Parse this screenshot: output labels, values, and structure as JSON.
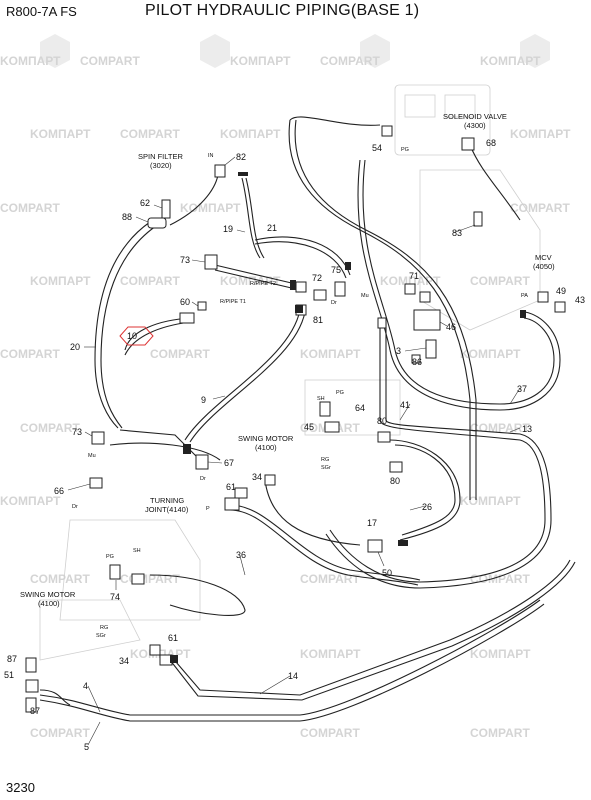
{
  "header": {
    "model_code": "R800-7A  FS",
    "title": "PILOT HYDRAULIC PIPING(BASE 1)"
  },
  "footer": {
    "page_number": "3230"
  },
  "watermark": {
    "text_a": "COMPART",
    "text_b": "KOMПАРТ"
  },
  "components": {
    "spin_filter": {
      "name": "SPIN FILTER",
      "code": "(3020)"
    },
    "solenoid_valve": {
      "name": "SOLENOID VALVE",
      "code": "(4300)"
    },
    "mcv": {
      "name": "MCV",
      "code": "(4050)"
    },
    "swing_motor_mid": {
      "name": "SWING MOTOR",
      "code": "(4100)"
    },
    "turning_joint": {
      "name": "TURNING",
      "code": "JOINT(4140)"
    },
    "swing_motor_left": {
      "name": "SWING MOTOR",
      "code": "(4100)"
    }
  },
  "port_labels": {
    "in": "IN",
    "pg_top": "PG",
    "rpipe_t2": "R/PIPE T2",
    "rpipe_t1": "R/PIPE T1",
    "dr_mid": "Dr",
    "mu_mid": "Mu",
    "pa": "PA",
    "pg_sm": "PG",
    "sh_sm": "SH",
    "rg_sm": "RG",
    "sgr_sm": "SGr",
    "mu_left": "Mu",
    "dr_left": "Dr",
    "dr_lower": "Dr",
    "p_tj": "P",
    "pg_left": "PG",
    "sh_left": "SH",
    "rg_left": "RG",
    "sgr_left": "SGr"
  },
  "part_numbers": {
    "p82": "82",
    "p62": "62",
    "p88": "88",
    "p19": "19",
    "p21": "21",
    "p73a": "73",
    "p72": "72",
    "p75": "75",
    "p60": "60",
    "p81": "81",
    "p10": "10",
    "p20": "20",
    "p9": "9",
    "p73b": "73",
    "p67": "67",
    "p66": "66",
    "p61a": "61",
    "p34a": "34",
    "p36": "36",
    "p74": "74",
    "p61b": "61",
    "p34b": "34",
    "p87a": "87",
    "p51": "51",
    "p87b": "87",
    "p4": "4",
    "p5": "5",
    "p14": "14",
    "p54": "54",
    "p68": "68",
    "p83": "83",
    "p71": "71",
    "p49": "49",
    "p43": "43",
    "p46": "46",
    "p3": "3",
    "p86": "86",
    "p37": "37",
    "p13": "13",
    "p41": "41",
    "p64": "64",
    "p45": "45",
    "p80a": "80",
    "p80b": "80",
    "p26": "26",
    "p17": "17",
    "p50": "50"
  }
}
